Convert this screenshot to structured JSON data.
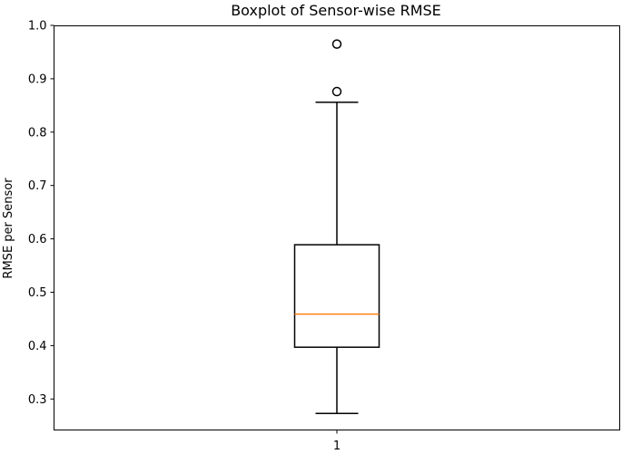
{
  "chart_data": {
    "type": "boxplot",
    "title": "Boxplot of Sensor-wise RMSE",
    "xlabel": "",
    "ylabel": "RMSE per Sensor",
    "ylim": [
      0.24,
      1.0
    ],
    "yticks": [
      0.3,
      0.4,
      0.5,
      0.6,
      0.7,
      0.8,
      0.9,
      1.0
    ],
    "ytick_labels": [
      "0.3",
      "0.4",
      "0.5",
      "0.6",
      "0.7",
      "0.8",
      "0.9",
      "1.0"
    ],
    "categories": [
      "1"
    ],
    "boxes": [
      {
        "label": "1",
        "whisker_low": 0.273,
        "q1": 0.397,
        "median": 0.459,
        "q3": 0.589,
        "whisker_high": 0.856,
        "outliers": [
          0.876,
          0.965
        ]
      }
    ],
    "grid": false,
    "colors": {
      "box": "#000000",
      "median": "#ff7f0e",
      "outlier": "#000000"
    }
  }
}
